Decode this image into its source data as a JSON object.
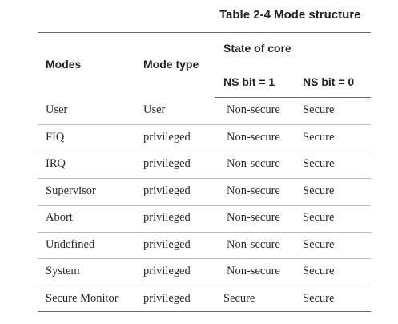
{
  "caption": "Table 2-4 Mode structure",
  "headers": {
    "modes": "Modes",
    "mode_type": "Mode type",
    "state_of_core": "State of core",
    "ns1": "NS bit = 1",
    "ns0": "NS bit = 0"
  },
  "rows": [
    {
      "mode": "User",
      "type": "User",
      "ns1": "Non-secure",
      "ns0": "Secure"
    },
    {
      "mode": "FIQ",
      "type": "privileged",
      "ns1": "Non-secure",
      "ns0": "Secure"
    },
    {
      "mode": "IRQ",
      "type": "privileged",
      "ns1": "Non-secure",
      "ns0": "Secure"
    },
    {
      "mode": "Supervisor",
      "type": "privileged",
      "ns1": "Non-secure",
      "ns0": "Secure"
    },
    {
      "mode": "Abort",
      "type": "privileged",
      "ns1": "Non-secure",
      "ns0": "Secure"
    },
    {
      "mode": "Undefined",
      "type": "privileged",
      "ns1": "Non-secure",
      "ns0": "Secure"
    },
    {
      "mode": "System",
      "type": "privileged",
      "ns1": "Non-secure",
      "ns0": "Secure"
    },
    {
      "mode": "Secure Monitor",
      "type": "privileged",
      "ns1": "Secure",
      "ns0": "Secure"
    }
  ]
}
